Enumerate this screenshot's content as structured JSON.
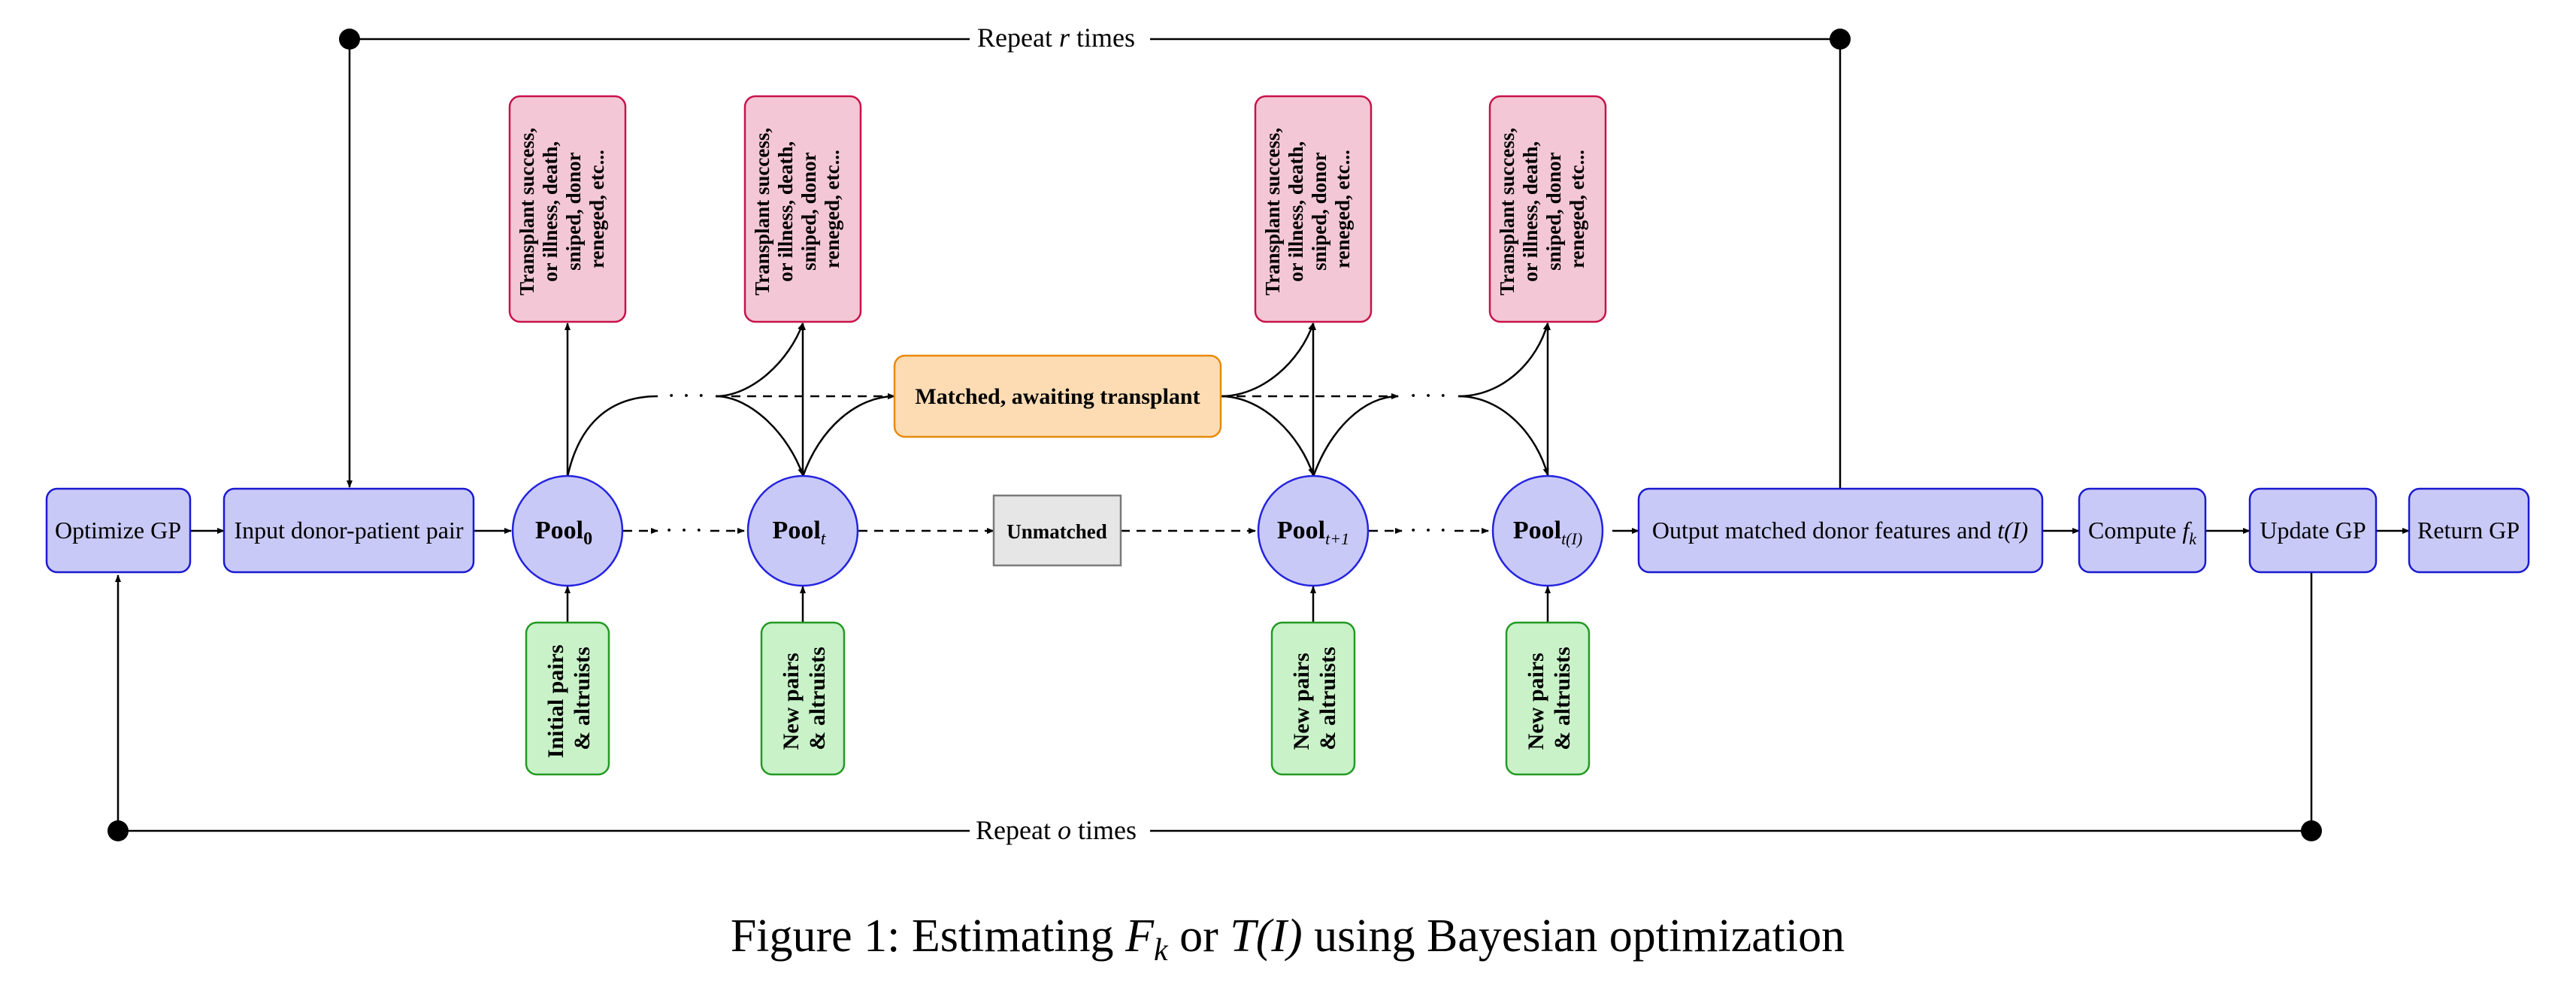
{
  "colors": {
    "process_fill": "#c9c9f7",
    "process_stroke": "#1a1ad0",
    "pool_fill": "#c9c9f7",
    "pool_stroke": "#2323e0",
    "outcome_fill": "#f3c7d6",
    "outcome_stroke": "#c8124a",
    "arrival_fill": "#c9f2c9",
    "arrival_stroke": "#239a23",
    "matched_fill": "#fddcb4",
    "matched_stroke": "#e88a0a",
    "unmatched_fill": "#e6e6e6",
    "unmatched_stroke": "#7a7a7a"
  },
  "process": {
    "optimize_gp": "Optimize GP",
    "input_pair": "Input donor-patient pair",
    "output_features": "Output matched donor features and",
    "output_features_math": "t(I)",
    "compute": "Compute",
    "compute_math": "f",
    "compute_sub": "k",
    "update_gp": "Update GP",
    "return_gp": "Return GP"
  },
  "pools": {
    "label": "Pool",
    "subscripts": [
      "0",
      "t",
      "t+1",
      "t(I)"
    ]
  },
  "outcome_lines": [
    "Transplant success,",
    "or illness, death,",
    "sniped, donor",
    "reneged, etc..."
  ],
  "arrivals": {
    "initial": [
      "Initial pairs",
      "& altruists"
    ],
    "new": [
      "New pairs",
      "& altruists"
    ]
  },
  "matched_label": "Matched, awaiting transplant",
  "unmatched_label": "Unmatched",
  "ellipsis": "· · ·",
  "repeat_top": {
    "text": "Repeat",
    "var": "r",
    "suffix": "times"
  },
  "repeat_bottom": {
    "text": "Repeat",
    "var": "o",
    "suffix": "times"
  },
  "caption": {
    "prefix": "Figure 1: Estimating",
    "math1": "F",
    "math1_sub": "k",
    "mid": "or",
    "math2": "T(I)",
    "suffix": "using Bayesian optimization"
  }
}
